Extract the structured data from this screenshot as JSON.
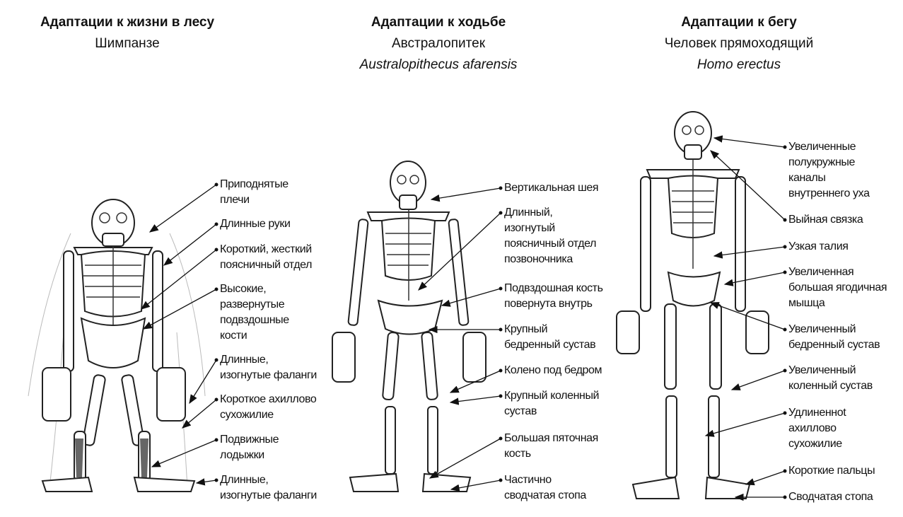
{
  "columns": [
    {
      "title": "Адаптации к жизни в лесу",
      "subtitle": "Шимпанзе",
      "latin": "",
      "labels": [
        "Приподнятые\nплечи",
        "Длинные руки",
        "Короткий, жесткий\nпоясничный отдел",
        "Высокие,\nразвернутые\nподвздошные\nкости",
        "Длинные,\nизогнутые фаланги",
        "Короткое ахиллово\nсухожилие",
        "Подвижные\nлодыжки",
        "Длинные,\nизогнутые фаланги"
      ]
    },
    {
      "title": "Адаптации к ходьбе",
      "subtitle": "Австралопитек",
      "latin": "Australopithecus afarensis",
      "labels": [
        "Вертикальная шея",
        "Длинный,\nизогнутый\nпоясничный отдел\nпозвоночника",
        "Подвздошная кость\nповернута внутрь",
        "Крупный\nбедренный сустав",
        "Колено под бедром",
        "Крупный коленный\nсустав",
        "Большая пяточная\nкость",
        "Частично\nсводчатая стопа"
      ]
    },
    {
      "title": "Адаптации к бегу",
      "subtitle": "Человек прямоходящий",
      "latin": "Homo erectus",
      "labels": [
        "Увеличенные\nполукружные\nканалы\nвнутреннего уха",
        "Выйная связка",
        "Узкая талия",
        "Увеличенная\nбольшая ягодичная\nмышца",
        "Увеличенный\nбедренный сустав",
        "Увеличенный\nколенный сустав",
        "Удлиненнot\nахиллово\nсухожилие",
        "Короткие пальцы",
        "Сводчатая стопа"
      ]
    }
  ]
}
